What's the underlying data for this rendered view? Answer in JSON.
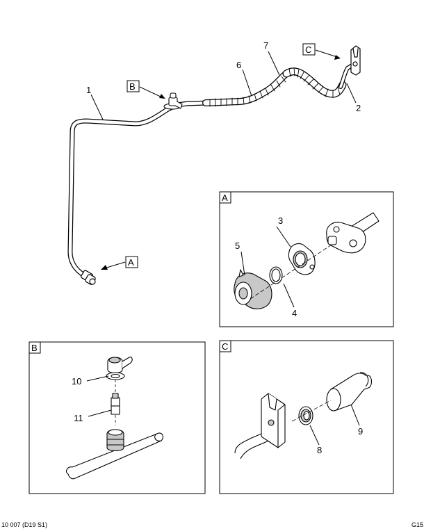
{
  "callouts": {
    "c1": "1",
    "c2": "2",
    "c3": "3",
    "c4": "4",
    "c5": "5",
    "c6": "6",
    "c7": "7",
    "c8": "8",
    "c9": "9",
    "c10": "10",
    "c11": "11"
  },
  "detail_labels": {
    "A": "A",
    "B": "B",
    "C": "C"
  },
  "footer": {
    "left": "10 007 (D19 S1)",
    "right": "G15"
  },
  "colors": {
    "line": "#000000",
    "part_fill": "#ffffff",
    "shade": "#c8c8c8"
  }
}
